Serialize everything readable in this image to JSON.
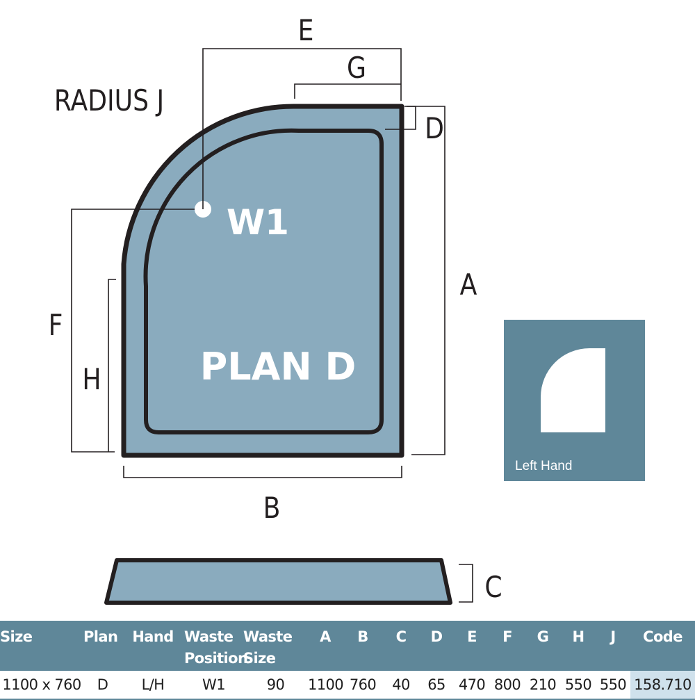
{
  "diagram": {
    "radius_label": "RADIUS J",
    "waste_label": "W1",
    "plan_label": "PLAN D",
    "dimensions": {
      "a": "A",
      "b": "B",
      "c": "C",
      "d": "D",
      "e": "E",
      "f": "F",
      "g": "G",
      "h": "H"
    },
    "tray_color": "#8aabbe",
    "outline_color": "#231f20"
  },
  "hand_panel": {
    "label": "Left Hand",
    "color": "#5f8799"
  },
  "table": {
    "headers": {
      "size": "Size",
      "plan": "Plan",
      "hand": "Hand",
      "waste_position_1": "Waste",
      "waste_position_2": "Position",
      "waste_size_1": "Waste",
      "waste_size_2": "Size",
      "a": "A",
      "b": "B",
      "c": "C",
      "d": "D",
      "e": "E",
      "f": "F",
      "g": "G",
      "h": "H",
      "j": "J",
      "code": "Code"
    },
    "row": {
      "size": "1100 x 760",
      "plan": "D",
      "hand": "L/H",
      "waste_position": "W1",
      "waste_size": "90",
      "a": "1100",
      "b": "760",
      "c": "40",
      "d": "65",
      "e": "470",
      "f": "800",
      "g": "210",
      "h": "550",
      "j": "550",
      "code": "158.710"
    },
    "header_color": "#5f8799"
  }
}
